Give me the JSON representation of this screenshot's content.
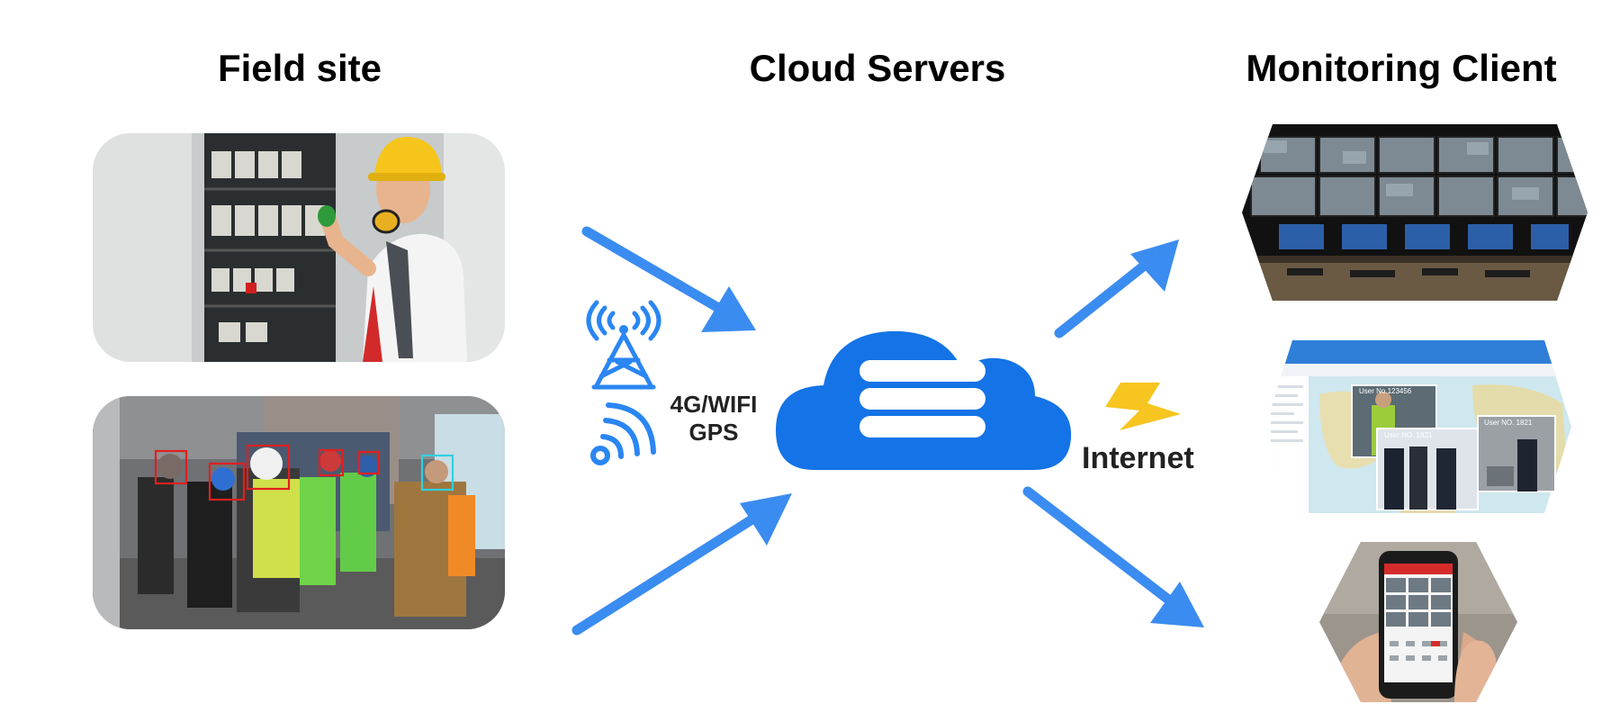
{
  "titles": {
    "field": "Field site",
    "cloud": "Cloud Servers",
    "monitoring": "Monitoring Client"
  },
  "link_labels": {
    "wireless_line1": "4G/WIFI",
    "wireless_line2": "GPS",
    "internet": "Internet"
  },
  "overlay_texts": {
    "video_user_1": "User No.123456",
    "video_user_2": "User NO. 1821",
    "video_user_3": "User NO. 1821"
  },
  "colors": {
    "arrow_blue": "#3b8cf0",
    "cloud_blue": "#1473e6",
    "signal_blue": "#2a86f2",
    "lightning_yellow": "#f6c51f",
    "detection_red": "#e02020",
    "detection_cyan": "#30d0e0"
  },
  "icons": {
    "tower": "cell-tower-icon",
    "wifi": "wifi-signal-icon",
    "cloud": "cloud-server-icon",
    "lightning": "lightning-icon"
  }
}
